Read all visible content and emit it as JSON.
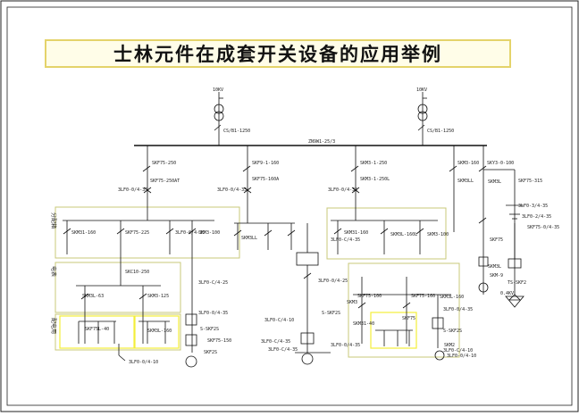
{
  "title": "士林元件在成套开关设备的应用举例",
  "sources": [
    {
      "id": "src-left",
      "voltage": "10KV",
      "breaker": "CS/B1-1250"
    },
    {
      "id": "src-right",
      "voltage": "10KV",
      "breaker": "CS/B1-1250"
    }
  ],
  "busbar_label": "ZN9W1-25/3",
  "side_labels": [
    "分配箱",
    "电表",
    "配电用"
  ],
  "feeders": [
    {
      "breaker": "SKF75-250",
      "sub": "SKF75-250AT",
      "ct": "3LF0-0/4-35"
    },
    {
      "breaker": "SKF9-1-160",
      "sub": "SKF75-160A",
      "ct": "3LF0-0/4-35"
    },
    {
      "breaker": "SKM3-1-250",
      "sub": "SKM3-1-250L",
      "ct": "3LF0-0/4-35"
    },
    {
      "breaker": "SKM3-160",
      "sub": "SKM3LL",
      "ct": "3LF0-2/4-35"
    },
    {
      "breaker": "SKY3-0-100",
      "sub": "SKM3L",
      "ct": ""
    },
    {
      "breaker": "SKF75-315",
      "sub": "3LF0-3/4-35",
      "ct": ""
    }
  ],
  "branch_labels": [
    "SKM31-160",
    "SKF75-225",
    "3LF0-0/4-35",
    "SKM3-100",
    "SKC10-250",
    "SKM3L-63",
    "SKM3-125",
    "SKF75L-40",
    "SKM3L-160",
    "3LF0-C/4-25",
    "3LF0-0/4-35",
    "3LF0-C/4-35",
    "SKM3LL",
    "SKM31-160",
    "SKM3L-160L",
    "SKM3-100",
    "3LF0-0/4-25",
    "SKM3",
    "S-SKF2S",
    "SKF75-100",
    "SKF75-160",
    "SKM3L-160",
    "3LF0-0/4-35",
    "SKM31-40",
    "SKF75",
    "S-SKF2S",
    "3LF0-C/4-10",
    "S-SKF2S",
    "SKF75-150",
    "SKF2S",
    "3LF0-C/4-35",
    "3LF0-C/4-35",
    "3LF0-0/4-10",
    "3LF0-0/4-35",
    "SKM2",
    "SKF75",
    "SKM3L",
    "3LF0-C/4-10",
    "3LF0-0/4-10",
    "SKM-9",
    "TS-SKF2",
    "0.4KV",
    "3LF0-2/4-35",
    "SKF75-0/4-35"
  ]
}
